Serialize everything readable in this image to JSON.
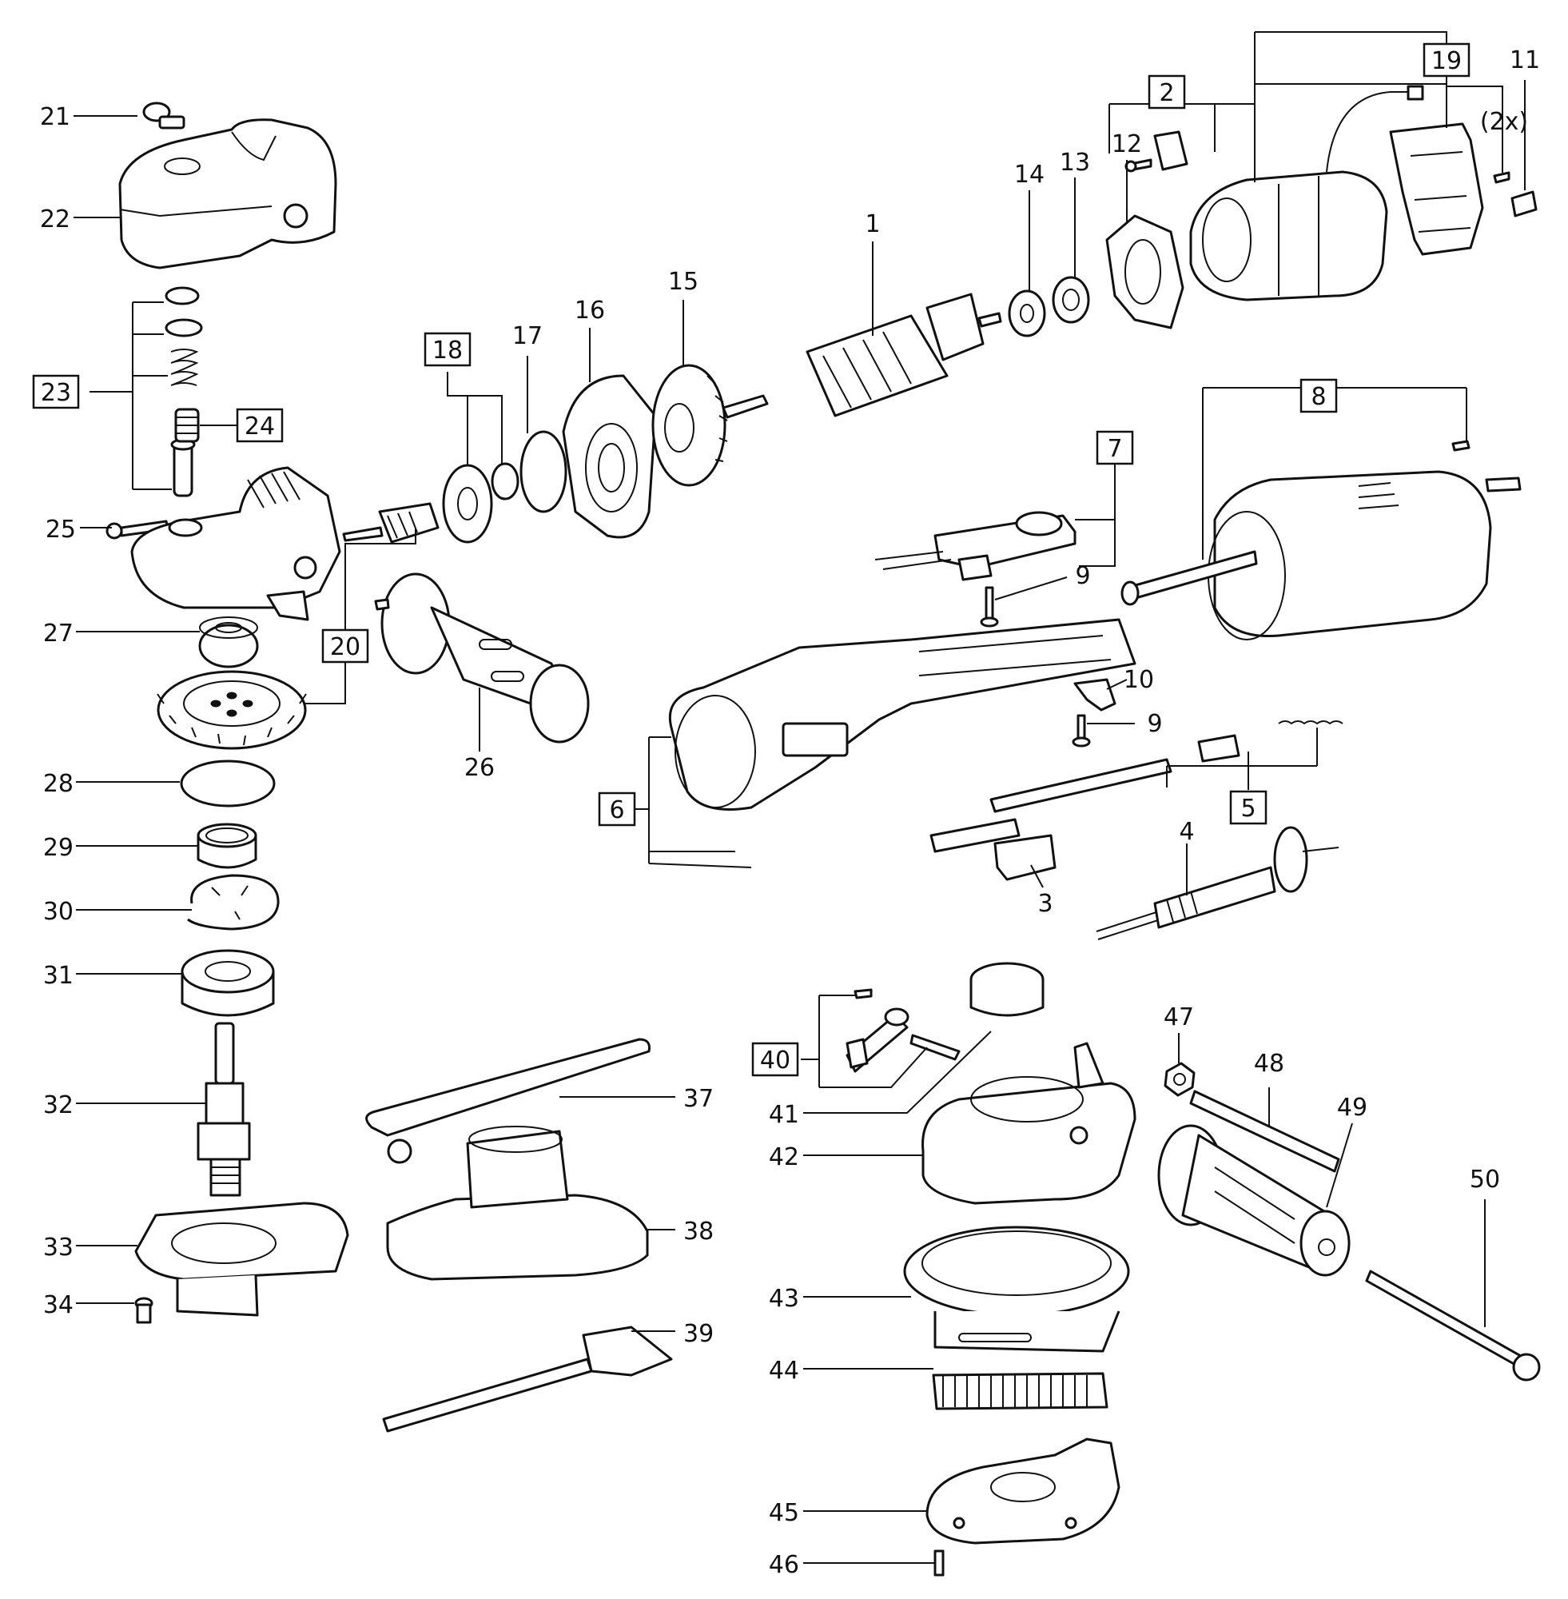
{
  "diagram": {
    "plain_labels": [
      {
        "id": "p1",
        "text": "1"
      },
      {
        "id": "p3",
        "text": "3"
      },
      {
        "id": "p4",
        "text": "4"
      },
      {
        "id": "p9a",
        "text": "9"
      },
      {
        "id": "p9b",
        "text": "9"
      },
      {
        "id": "p10",
        "text": "10"
      },
      {
        "id": "p11",
        "text": "11"
      },
      {
        "id": "p12",
        "text": "12"
      },
      {
        "id": "p13",
        "text": "13"
      },
      {
        "id": "p14",
        "text": "14"
      },
      {
        "id": "p15",
        "text": "15"
      },
      {
        "id": "p16",
        "text": "16"
      },
      {
        "id": "p17",
        "text": "17"
      },
      {
        "id": "p21",
        "text": "21"
      },
      {
        "id": "p22",
        "text": "22"
      },
      {
        "id": "p25",
        "text": "25"
      },
      {
        "id": "p26",
        "text": "26"
      },
      {
        "id": "p27",
        "text": "27"
      },
      {
        "id": "p28",
        "text": "28"
      },
      {
        "id": "p29",
        "text": "29"
      },
      {
        "id": "p30",
        "text": "30"
      },
      {
        "id": "p31",
        "text": "31"
      },
      {
        "id": "p32",
        "text": "32"
      },
      {
        "id": "p33",
        "text": "33"
      },
      {
        "id": "p34",
        "text": "34"
      },
      {
        "id": "p37",
        "text": "37"
      },
      {
        "id": "p38",
        "text": "38"
      },
      {
        "id": "p39",
        "text": "39"
      },
      {
        "id": "p41",
        "text": "41"
      },
      {
        "id": "p42",
        "text": "42"
      },
      {
        "id": "p43",
        "text": "43"
      },
      {
        "id": "p44",
        "text": "44"
      },
      {
        "id": "p45",
        "text": "45"
      },
      {
        "id": "p46",
        "text": "46"
      },
      {
        "id": "p47",
        "text": "47"
      },
      {
        "id": "p48",
        "text": "48"
      },
      {
        "id": "p49",
        "text": "49"
      },
      {
        "id": "p50",
        "text": "50"
      }
    ],
    "boxed_labels": [
      {
        "id": "b2",
        "text": "2"
      },
      {
        "id": "b5",
        "text": "5"
      },
      {
        "id": "b6",
        "text": "6"
      },
      {
        "id": "b7",
        "text": "7"
      },
      {
        "id": "b8",
        "text": "8"
      },
      {
        "id": "b18",
        "text": "18"
      },
      {
        "id": "b19",
        "text": "19"
      },
      {
        "id": "b20",
        "text": "20"
      },
      {
        "id": "b23",
        "text": "23"
      },
      {
        "id": "b24",
        "text": "24"
      },
      {
        "id": "b40",
        "text": "40"
      }
    ],
    "note_2x": "(2x)"
  }
}
